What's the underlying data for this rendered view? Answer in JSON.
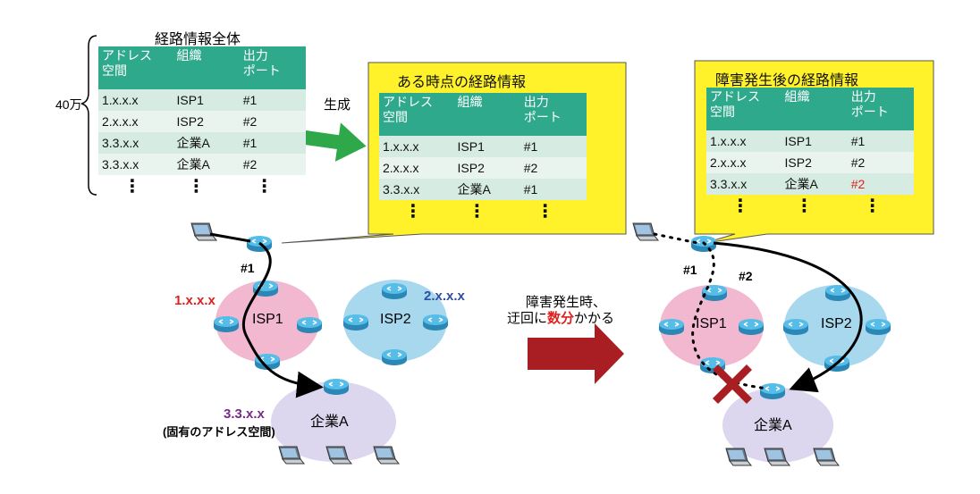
{
  "full_table": {
    "title": "経路情報全体",
    "count": "40万",
    "headers": [
      "アドレス空間",
      "組織",
      "出力ポート"
    ],
    "rows": [
      [
        "1.x.x.x",
        "ISP1",
        "#1"
      ],
      [
        "2.x.x.x",
        "ISP2",
        "#2"
      ],
      [
        "3.3.x.x",
        "企業A",
        "#1"
      ],
      [
        "3.3.x.x",
        "企業A",
        "#2"
      ]
    ],
    "ellipsis": "⋮"
  },
  "generate_label": "生成",
  "snapshot": {
    "title": "ある時点の経路情報",
    "headers": [
      "アドレス空間",
      "組織",
      "出力ポート"
    ],
    "rows": [
      [
        "1.x.x.x",
        "ISP1",
        "#1"
      ],
      [
        "2.x.x.x",
        "ISP2",
        "#2"
      ],
      [
        "3.3.x.x",
        "企業A",
        "#1"
      ]
    ]
  },
  "after_failure": {
    "title": "障害発生後の経路情報",
    "headers": [
      "アドレス空間",
      "組織",
      "出力ポート"
    ],
    "rows": [
      [
        "1.x.x.x",
        "ISP1",
        "#1"
      ],
      [
        "2.x.x.x",
        "ISP2",
        "#2"
      ],
      [
        "3.3.x.x",
        "企業A",
        "#2"
      ]
    ],
    "changed_color": "#e02020"
  },
  "left_net": {
    "port1": "#1",
    "isp1_addr": "1.x.x.x",
    "isp1": "ISP1",
    "isp2_addr": "2.x.x.x",
    "isp2": "ISP2",
    "corp_addr": "3.3.x.x",
    "corp_note": "(固有のアドレス空間)",
    "corp": "企業A"
  },
  "middle": {
    "line1": "障害発生時、",
    "line2_pre": "迂回に",
    "line2_em": "数分",
    "line2_post": "かかる"
  },
  "right_net": {
    "port1": "#1",
    "port2": "#2",
    "isp1": "ISP1",
    "isp2": "ISP2",
    "corp": "企業A"
  },
  "colors": {
    "table_header": "#2fa98c",
    "row_dark": "#d6ebe2",
    "row_light": "#eaf4ef",
    "callout": "#fff22a",
    "isp1_fill": "#f2b8d0",
    "isp2_fill": "#a8d8ee",
    "corp_fill": "#dcd6ee",
    "router": "#3aa6d8",
    "addr_red": "#e02020",
    "addr_blue": "#2f4fa0",
    "addr_purple": "#7a2a8a",
    "big_arrow": "#a81e22",
    "green_arrow": "#2fa84a",
    "x_mark": "#a81e22"
  }
}
